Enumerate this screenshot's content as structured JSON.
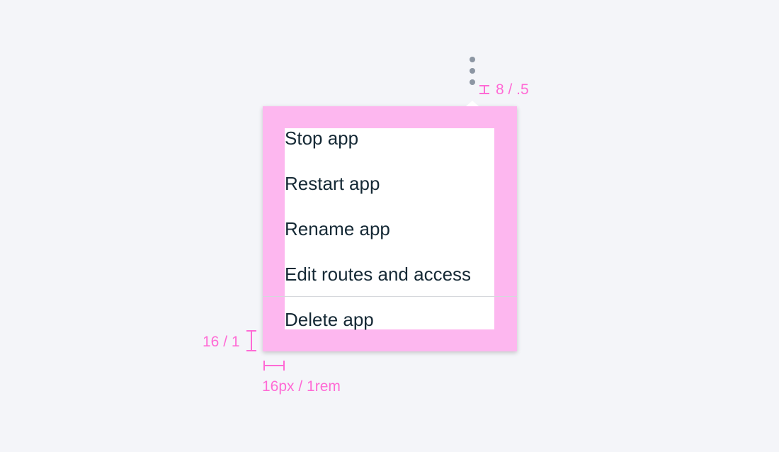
{
  "overflow_trigger": {
    "icon": "overflow-menu-vertical-icon",
    "color": "#8c96a3"
  },
  "menu": {
    "items": [
      {
        "label": "Stop app"
      },
      {
        "label": "Restart app"
      },
      {
        "label": "Rename app"
      },
      {
        "label": "Edit routes and access"
      },
      {
        "label": "Delete app"
      }
    ],
    "highlight_color": "#fdb7ef",
    "text_color": "#152935"
  },
  "annotations": {
    "caret_gap": "8 / .5",
    "vertical_padding": "16 / 1",
    "horizontal_padding": "16px / 1rem",
    "color": "#ff6ad5"
  }
}
